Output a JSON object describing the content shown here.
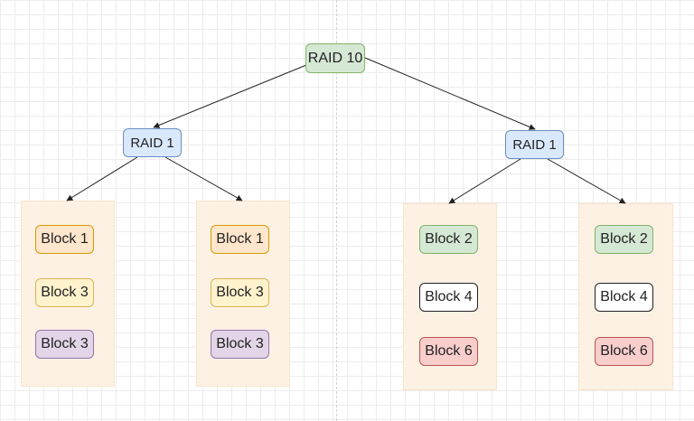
{
  "root": {
    "label": "RAID 10"
  },
  "left_raid": {
    "label": "RAID 1"
  },
  "right_raid": {
    "label": "RAID 1"
  },
  "columns": [
    {
      "blocks": [
        "Block 1",
        "Block 3",
        "Block 3"
      ]
    },
    {
      "blocks": [
        "Block 1",
        "Block 3",
        "Block 3"
      ]
    },
    {
      "blocks": [
        "Block 2",
        "Block 4",
        "Block 6"
      ]
    },
    {
      "blocks": [
        "Block 2",
        "Block 4",
        "Block 6"
      ]
    }
  ]
}
